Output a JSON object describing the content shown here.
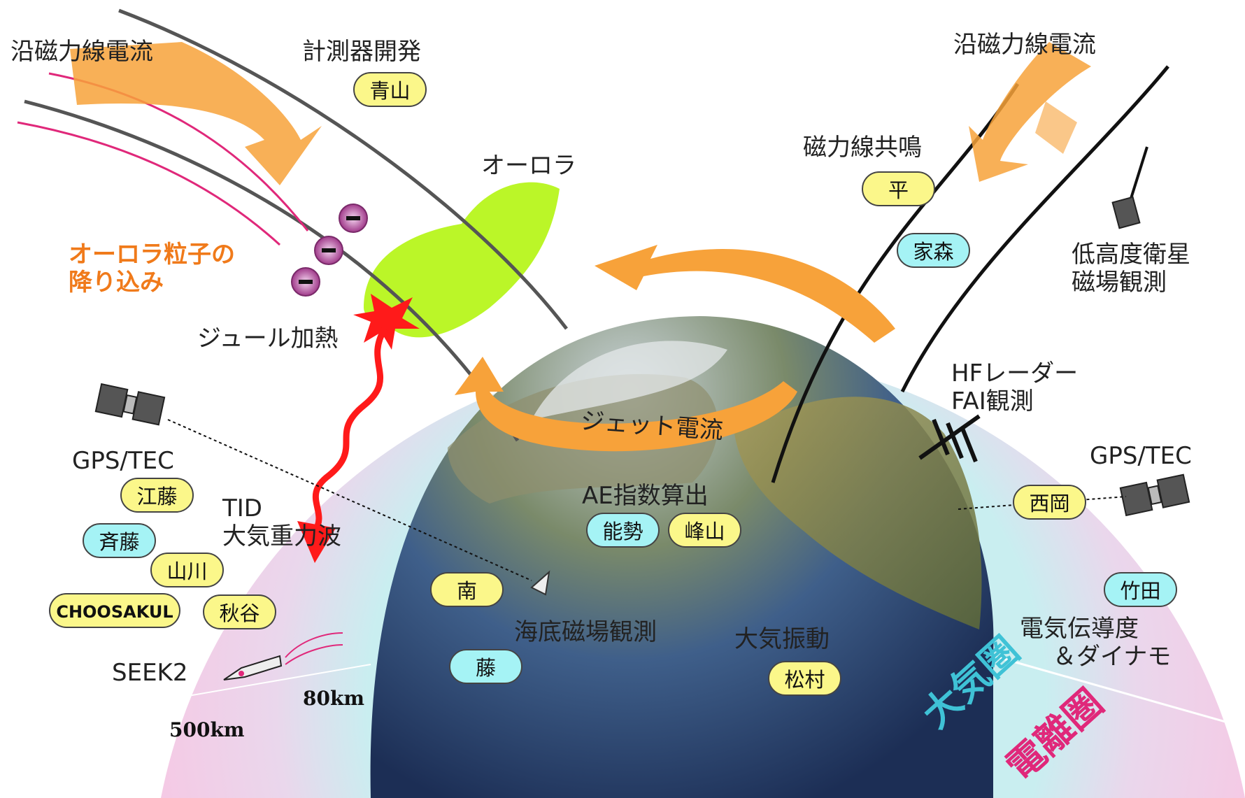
{
  "labels": {
    "fac_left": "沿磁力線電流",
    "fac_right": "沿磁力線電流",
    "instrument_dev": "計測器開発",
    "aurora": "オーロラ",
    "aurora_particles": "オーロラ粒子の",
    "aurora_particles_2": "降り込み",
    "joule_heating": "ジュール加熱",
    "field_line_resonance": "磁力線共鳴",
    "leo_satellite": "低高度衛星",
    "leo_satellite_2": "磁場観測",
    "hf_radar": "HFレーダー",
    "hf_radar_2": "FAI観測",
    "gps_tec_left": "GPS/TEC",
    "gps_tec_right": "GPS/TEC",
    "tid": "TID",
    "tid_2": "大気重力波",
    "jet_current": "ジェット電流",
    "ae_index": "AE指数算出",
    "seafloor": "海底磁場観測",
    "atmos_oscillation": "大気振動",
    "conductivity": "電気伝導度",
    "conductivity_2": "＆ダイナモ",
    "seek2": "SEEK2",
    "alt_80": "80km",
    "alt_500": "500km",
    "atmosphere": "大気圏",
    "ionosphere": "電離圏"
  },
  "badges": {
    "aoyama": "青山",
    "taira": "平",
    "iemori": "家森",
    "eto": "江藤",
    "saito": "斉藤",
    "yamakawa": "山川",
    "choosakul": "CHOOSAKUL",
    "akiya": "秋谷",
    "nishioka": "西岡",
    "nose": "能勢",
    "mineyama": "峰山",
    "minami": "南",
    "fuji": "藤",
    "takeda": "竹田",
    "matsumura": "松村"
  },
  "colors": {
    "yellow_badge": "#fbf78a",
    "cyan_badge": "#a5f3f5",
    "orange_arrow": "#f7a23a",
    "field_line": "#111111",
    "magenta_line": "#e0287a",
    "atmosphere_text": "#3fc2d6",
    "ionosphere_text": "#e0287a",
    "aurora_green": "#b7f51c",
    "joule_red": "#ff1a1a"
  }
}
